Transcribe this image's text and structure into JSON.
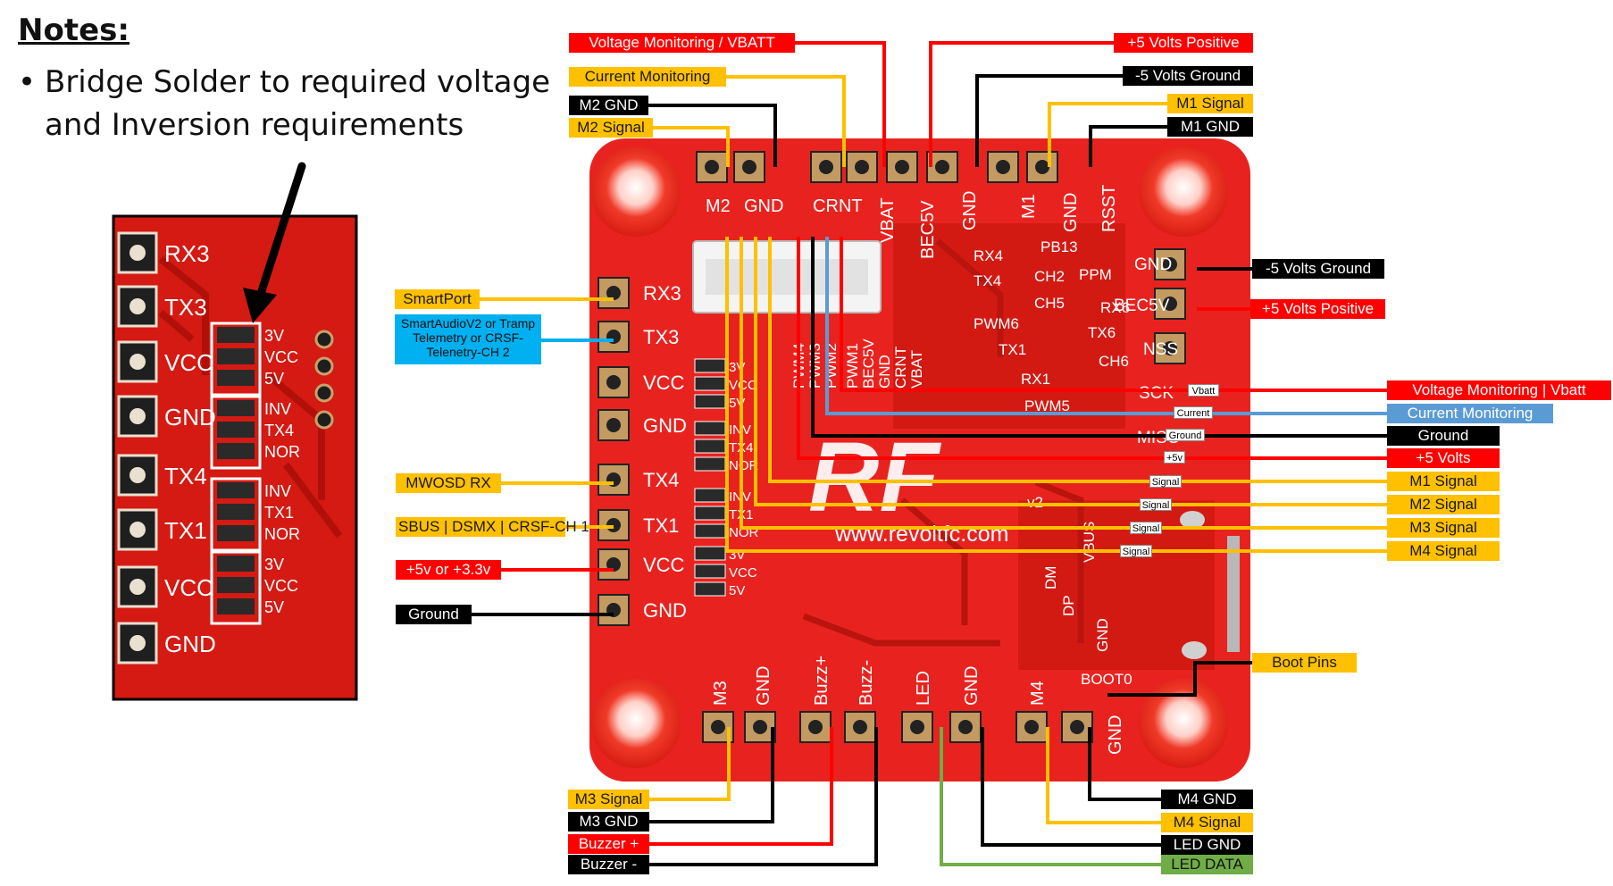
{
  "notes": {
    "title": "Notes:",
    "bullet": "•",
    "items": [
      "Bridge Solder to required voltage and Inversion requirements"
    ]
  },
  "inset": {
    "pins": [
      "RX3",
      "TX3",
      "VCC",
      "GND",
      "TX4",
      "TX1",
      "VCC",
      "GND"
    ],
    "pad_groups": [
      [
        "3V",
        "VCC",
        "5V"
      ],
      [
        "INV",
        "TX4",
        "NOR"
      ],
      [
        "INV",
        "TX1",
        "NOR"
      ],
      [
        "3V",
        "VCC",
        "5V"
      ]
    ]
  },
  "board": {
    "url": "www.revoltfc.com",
    "logo": "RF",
    "version": "v2",
    "top_pads": [
      "M2",
      "GND",
      "CRNT",
      "VBAT",
      "BEC5V",
      "GND",
      "M1",
      "GND",
      "RSST"
    ],
    "left_pads": [
      "RX3",
      "TX3",
      "VCC",
      "GND",
      "TX4",
      "TX1",
      "VCC",
      "GND"
    ],
    "right_pads": [
      "GND",
      "BEC5V",
      "NSS",
      "SCK",
      "MISO"
    ],
    "bottom_pads": [
      "M3",
      "GND",
      "Buzz+",
      "Buzz-",
      "LED",
      "GND",
      "M4",
      "GND"
    ],
    "chip_labels": [
      "RX4",
      "TX4",
      "PB13",
      "CH2",
      "PPM",
      "CH5",
      "RX6",
      "TX6",
      "PWM6",
      "CH6",
      "TX1",
      "RX1",
      "PWM5",
      "BOOT0",
      "DP",
      "DM",
      "VBUS",
      "GND"
    ],
    "connector_labels": [
      "PWM4",
      "PWM3",
      "PWM2",
      "PWM1",
      "BEC5V",
      "GND",
      "CRNT",
      "VBAT"
    ],
    "mid_pad_groups": [
      [
        "3V",
        "VCC",
        "5V"
      ],
      [
        "INV",
        "TX4",
        "NOR"
      ],
      [
        "INV",
        "TX1",
        "NOR"
      ],
      [
        "3V",
        "VCC",
        "5V"
      ]
    ],
    "small_tags": [
      "Vbatt",
      "Current",
      "Ground",
      "+5v",
      "Signal",
      "Signal",
      "Signal",
      "Signal"
    ]
  },
  "callouts": {
    "voltage_monitoring_vbatt": "Voltage Monitoring / VBATT",
    "current_monitoring_top": "Current Monitoring",
    "m2_gnd": "M2 GND",
    "m2_signal": "M2 Signal",
    "plus5_positive_top": "+5 Volts Positive",
    "minus5_ground_top": "-5 Volts Ground",
    "m1_signal_top": "M1 Signal",
    "m1_gnd": "M1 GND",
    "minus5_ground_right": "-5 Volts Ground",
    "plus5_positive_right": "+5 Volts Positive",
    "smartport": "SmartPort",
    "smartaudio": "SmartAudioV2 or Tramp Telemetry or CRSF-Telenetry-CH 2",
    "mwosd_rx": "MWOSD RX",
    "sbus": "SBUS | DSMX | CRSF-CH 1",
    "plus5_or_33": "+5v or +3.3v",
    "ground_left": "Ground",
    "vm_vbatt_right": "Voltage Monitoring | Vbatt",
    "current_monitoring_right": "Current Monitoring",
    "ground_right": "Ground",
    "plus5_volts": "+5 Volts",
    "m1_signal_right": "M1 Signal",
    "m2_signal_right": "M2 Signal",
    "m3_signal_right": "M3 Signal",
    "m4_signal_right": "M4 Signal",
    "boot_pins": "Boot Pins",
    "m3_signal": "M3 Signal",
    "m3_gnd": "M3 GND",
    "buzzer_plus": "Buzzer +",
    "buzzer_minus": "Buzzer -",
    "m4_gnd": "M4 GND",
    "m4_signal": "M4 Signal",
    "led_gnd": "LED GND",
    "led_data": "LED DATA"
  },
  "colors": {
    "red": "#ff0000",
    "orange": "#ffc000",
    "black": "#000000",
    "blue": "#5b9bd5",
    "cyan": "#00b0f0",
    "green": "#70ad47",
    "board": "#e8231f"
  }
}
